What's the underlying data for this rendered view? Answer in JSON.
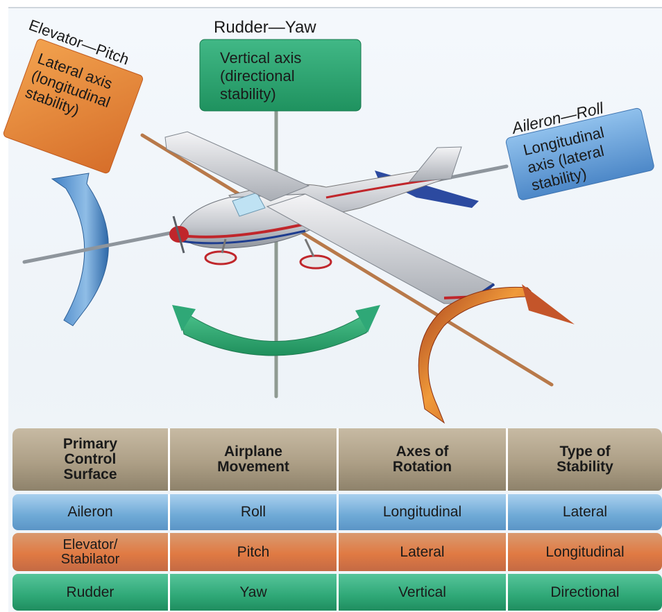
{
  "diagram": {
    "elevator_title": "Elevator—Pitch",
    "elevator_box": [
      "Lateral axis",
      "(longitudinal",
      "stability)"
    ],
    "rudder_title": "Rudder—Yaw",
    "rudder_box": [
      "Vertical axis",
      "(directional",
      "stability)"
    ],
    "aileron_title": "Aileron—Roll",
    "aileron_box": [
      "Longitudinal",
      "axis (lateral",
      "stability)"
    ]
  },
  "table": {
    "headers": [
      "Primary Control Surface",
      "Airplane Movement",
      "Axes of Rotation",
      "Type of Stability"
    ],
    "header_lines": [
      [
        "Primary",
        "Control",
        "Surface"
      ],
      [
        "Airplane",
        "Movement"
      ],
      [
        "Axes of",
        "Rotation"
      ],
      [
        "Type of",
        "Stability"
      ]
    ],
    "rows": [
      {
        "surface": "Aileron",
        "movement": "Roll",
        "axis": "Longitudinal",
        "stability": "Lateral"
      },
      {
        "surface": "Elevator/ Stabilator",
        "surface_lines": [
          "Elevator/",
          "Stabilator"
        ],
        "movement": "Pitch",
        "axis": "Lateral",
        "stability": "Longitudinal"
      },
      {
        "surface": "Rudder",
        "movement": "Yaw",
        "axis": "Vertical",
        "stability": "Directional"
      }
    ]
  },
  "colors": {
    "aileron": "#5b95c6",
    "elevator": "#e07a43",
    "rudder": "#2fa877",
    "header": "#ad9f86"
  }
}
